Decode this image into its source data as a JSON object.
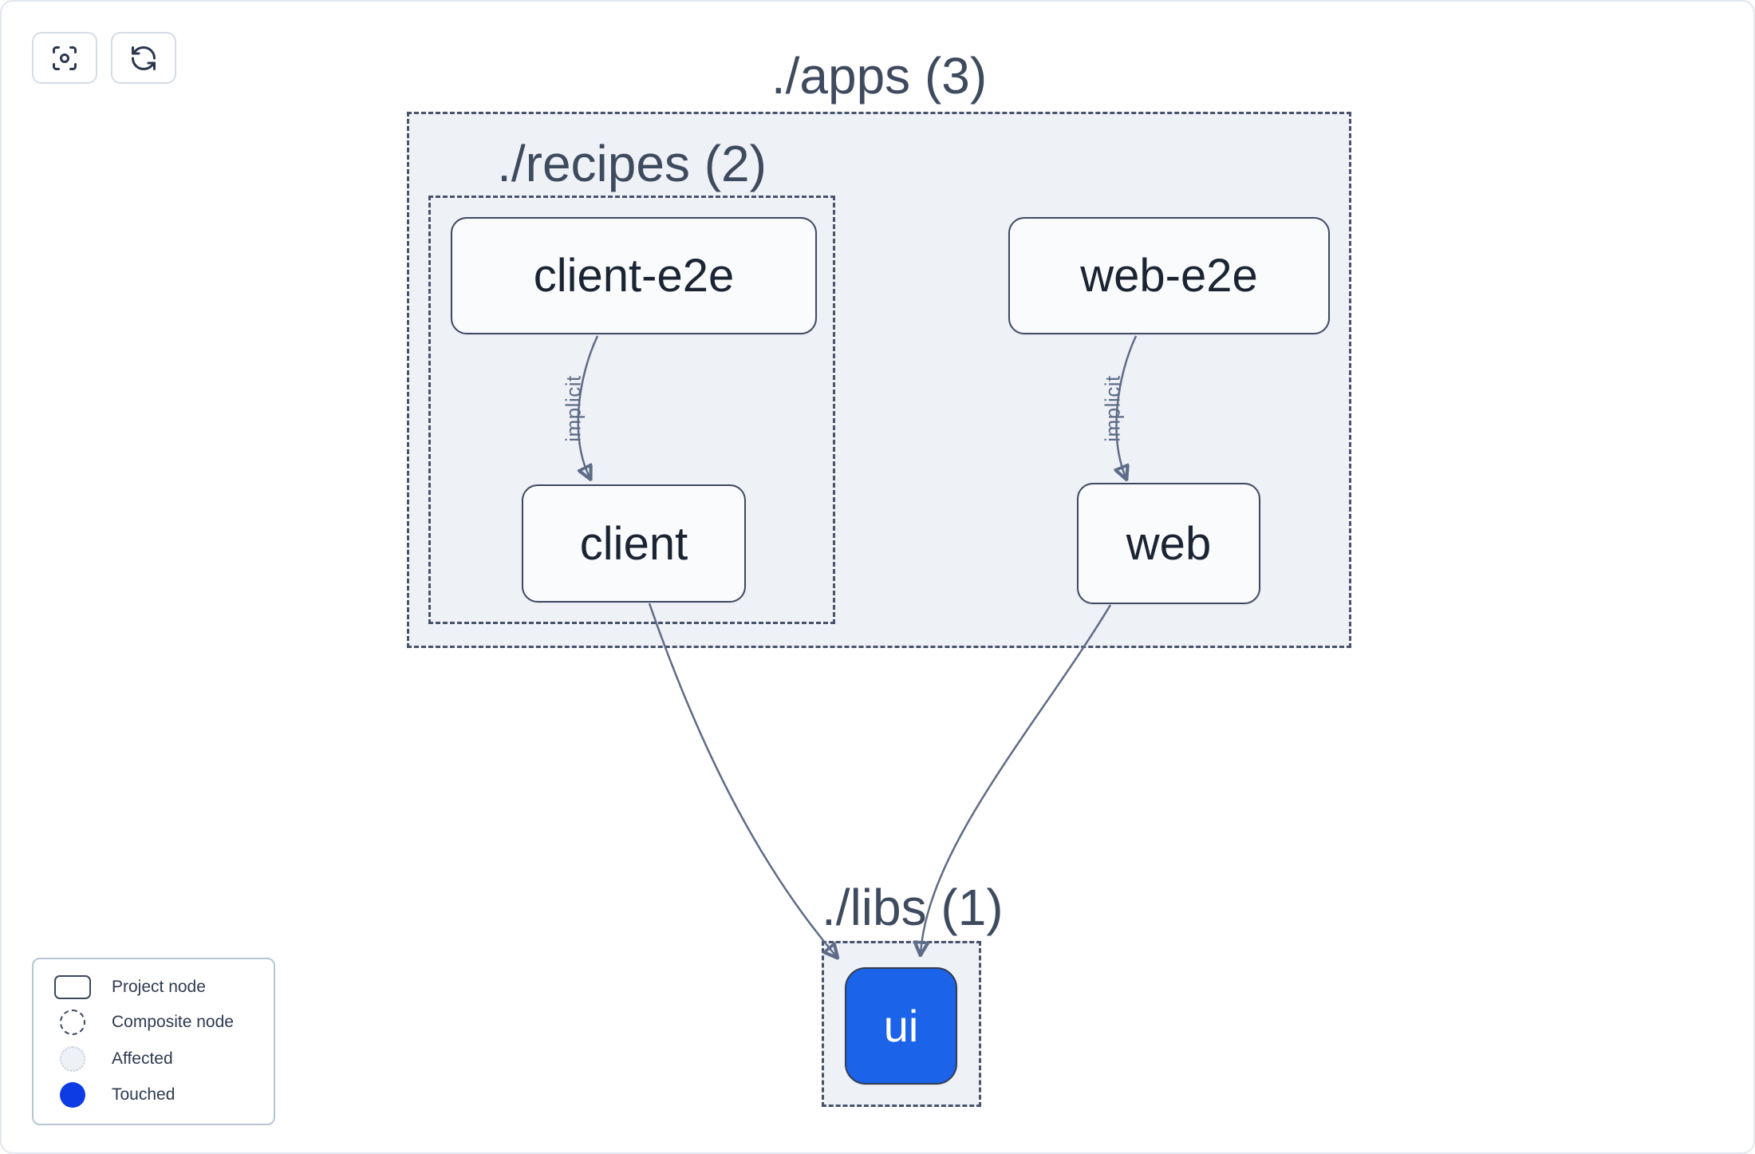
{
  "toolbar": {
    "buttons": [
      {
        "icon": "focus-icon"
      },
      {
        "icon": "refresh-icon"
      }
    ]
  },
  "groups": {
    "apps": {
      "title": "./apps (3)"
    },
    "recipes": {
      "title": "./recipes (2)"
    },
    "libs": {
      "title": "./libs (1)"
    }
  },
  "nodes": {
    "client_e2e": {
      "label": "client-e2e",
      "type": "project",
      "group": "./apps/./recipes"
    },
    "client": {
      "label": "client",
      "type": "project",
      "group": "./apps/./recipes"
    },
    "web_e2e": {
      "label": "web-e2e",
      "type": "project",
      "group": "./apps"
    },
    "web": {
      "label": "web",
      "type": "project",
      "group": "./apps"
    },
    "ui": {
      "label": "ui",
      "type": "project",
      "group": "./libs",
      "state": "touched"
    }
  },
  "edges": [
    {
      "from": "client-e2e",
      "to": "client",
      "label": "implicit"
    },
    {
      "from": "web-e2e",
      "to": "web",
      "label": "implicit"
    },
    {
      "from": "client",
      "to": "ui",
      "label": ""
    },
    {
      "from": "web",
      "to": "ui",
      "label": ""
    }
  ],
  "legend": {
    "items": [
      {
        "icon": "project-node-swatch",
        "label": "Project node"
      },
      {
        "icon": "composite-node-swatch",
        "label": "Composite node"
      },
      {
        "icon": "affected-swatch",
        "label": "Affected"
      },
      {
        "icon": "touched-swatch",
        "label": "Touched"
      }
    ]
  },
  "colors": {
    "touched_node_fill": "#1b63e8",
    "legend_touched": "#0d3ce5",
    "composite_fill": "#eef1f6",
    "dash_border": "#47536b",
    "edge": "#5e6c87",
    "node_border": "#3e4a61",
    "title_text": "#3e4a5e"
  }
}
